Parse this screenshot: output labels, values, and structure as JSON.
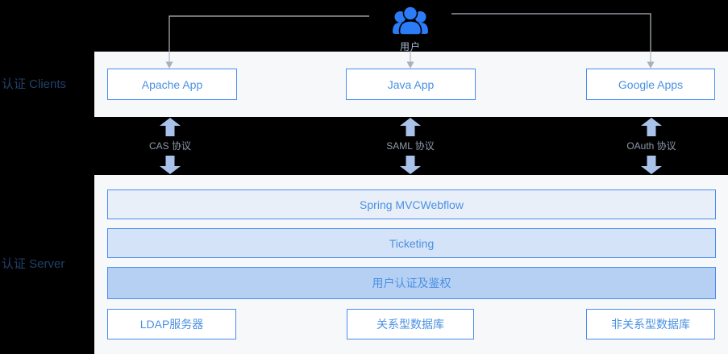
{
  "user": {
    "label": "用户",
    "icon": "users-group-icon"
  },
  "sections": {
    "clients_label": "认证 Clients",
    "server_label": "认证 Server"
  },
  "clients": {
    "items": [
      "Apache App",
      "Java App",
      "Google Apps"
    ]
  },
  "protocols": {
    "items": [
      "CAS 协议",
      "SAML 协议",
      "OAuth 协议"
    ]
  },
  "server": {
    "layers": [
      "Spring MVCWebflow",
      "Ticketing",
      "用户认证及鉴权"
    ],
    "stores": [
      "LDAP服务器",
      "关系型数据库",
      "非关系型数据库"
    ]
  },
  "colors": {
    "background": "#000000",
    "band_background": "#f7f8fa",
    "box_border": "#4a8cf0",
    "box_text": "#4a90e2",
    "layer1_fill": "#e9eff9",
    "layer2_fill": "#d4e3f7",
    "layer3_fill": "#b6d0f3",
    "user_icon": "#2b7cf6",
    "double_arrow": "#a8c2ea",
    "connector_line": "#b2b9c2",
    "section_label": "#22406a",
    "protocol_label": "#8d9aaa"
  }
}
